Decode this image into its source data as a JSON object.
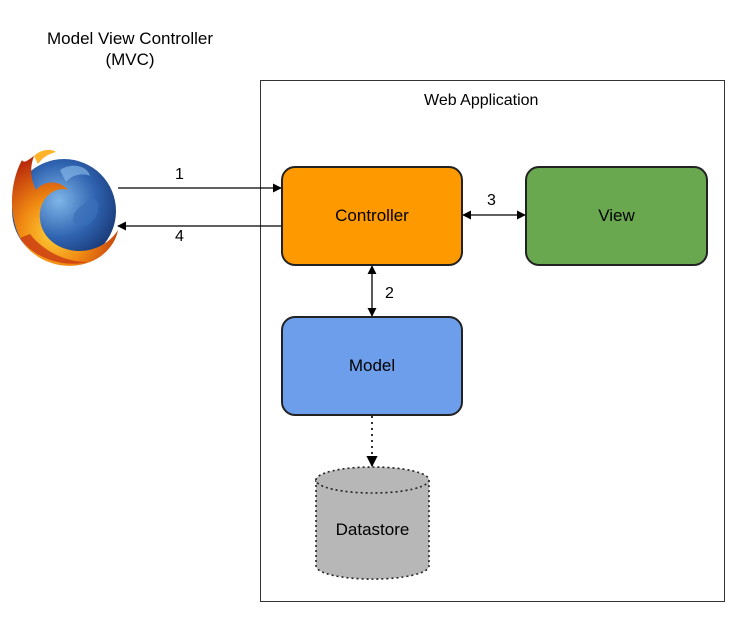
{
  "diagram": {
    "title_line1": "Model View Controller",
    "title_line2": "(MVC)",
    "container_label": "Web Application",
    "nodes": {
      "controller": "Controller",
      "view": "View",
      "model": "Model",
      "datastore": "Datastore",
      "browser_icon": "firefox-logo"
    },
    "edge_labels": {
      "request": "1",
      "model_link": "2",
      "view_link": "3",
      "response": "4"
    },
    "colors": {
      "controller": "#ff9900",
      "view": "#6aa84f",
      "model": "#6d9eeb",
      "datastore": "#b7b7b7"
    }
  }
}
